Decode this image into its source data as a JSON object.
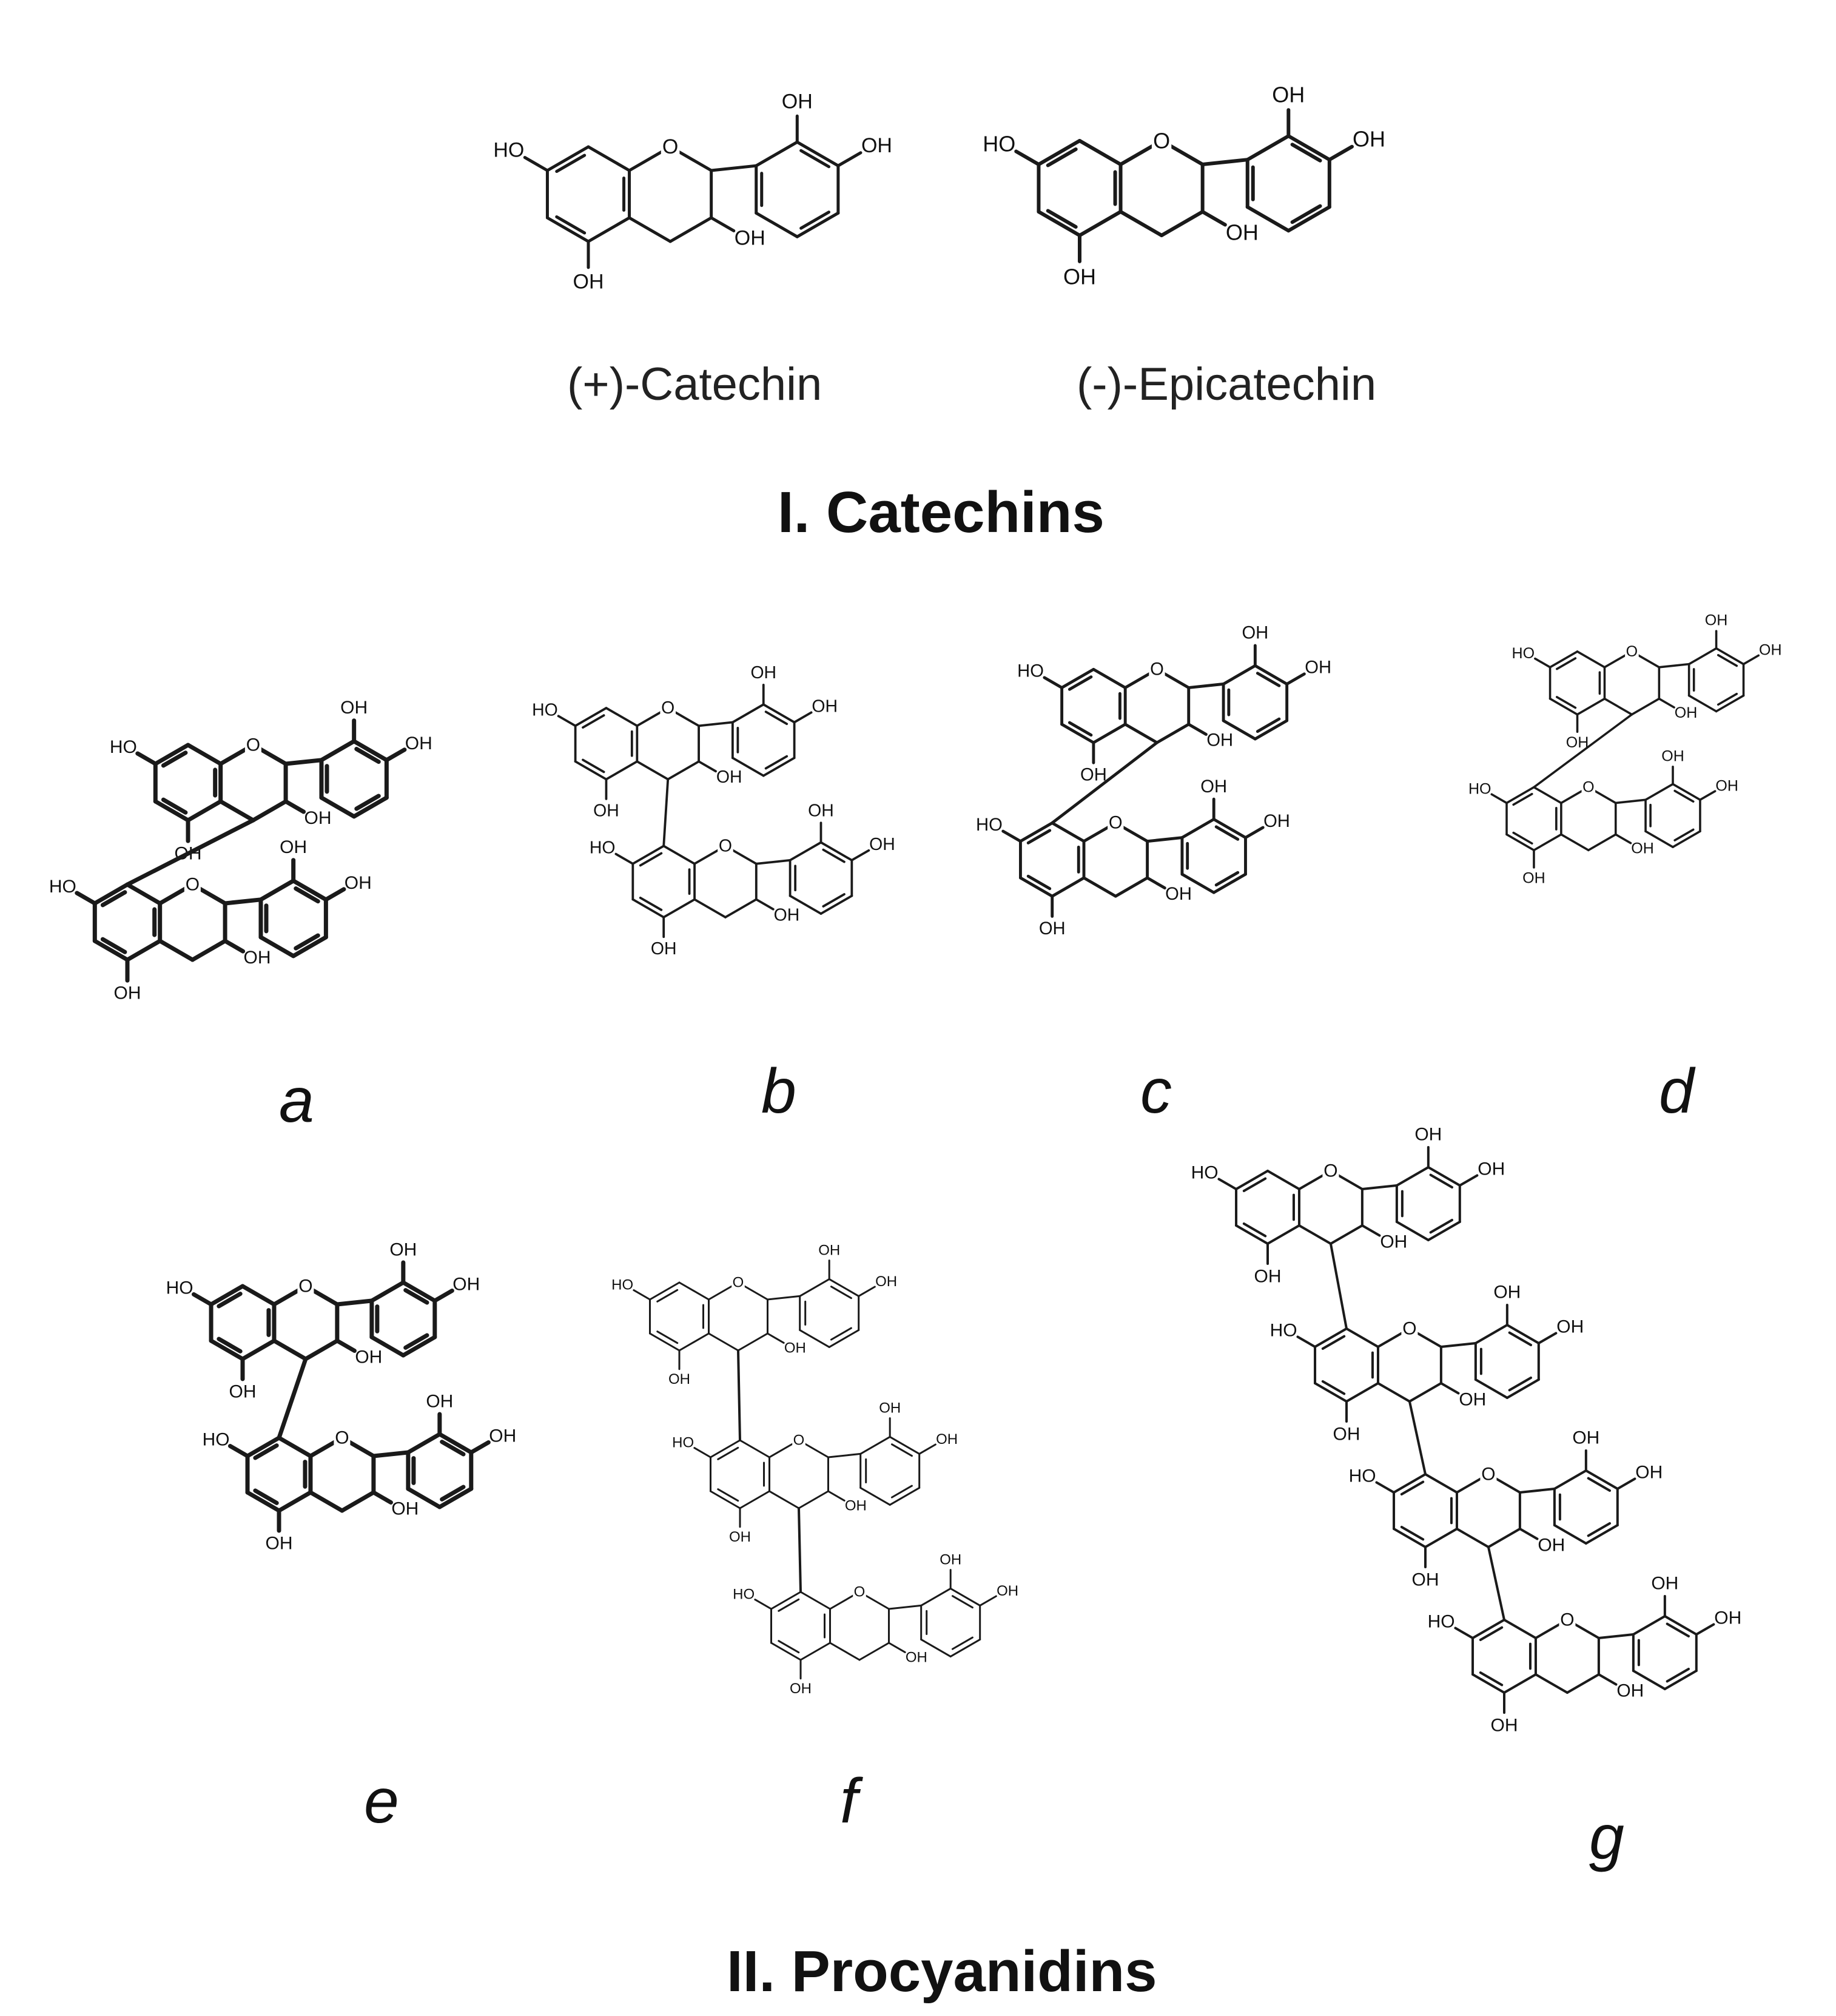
{
  "catechins": {
    "title": "I. Catechins",
    "compounds": [
      {
        "name": "(+)-Catechin"
      },
      {
        "name": "(-)-Epicatechin"
      }
    ]
  },
  "procyanidins": {
    "title": "II. Procyanidins",
    "letters": [
      "a",
      "b",
      "c",
      "d",
      "e",
      "f",
      "g"
    ]
  },
  "atom_labels": {
    "oh": "OH",
    "ho": "HO",
    "o": "O"
  }
}
